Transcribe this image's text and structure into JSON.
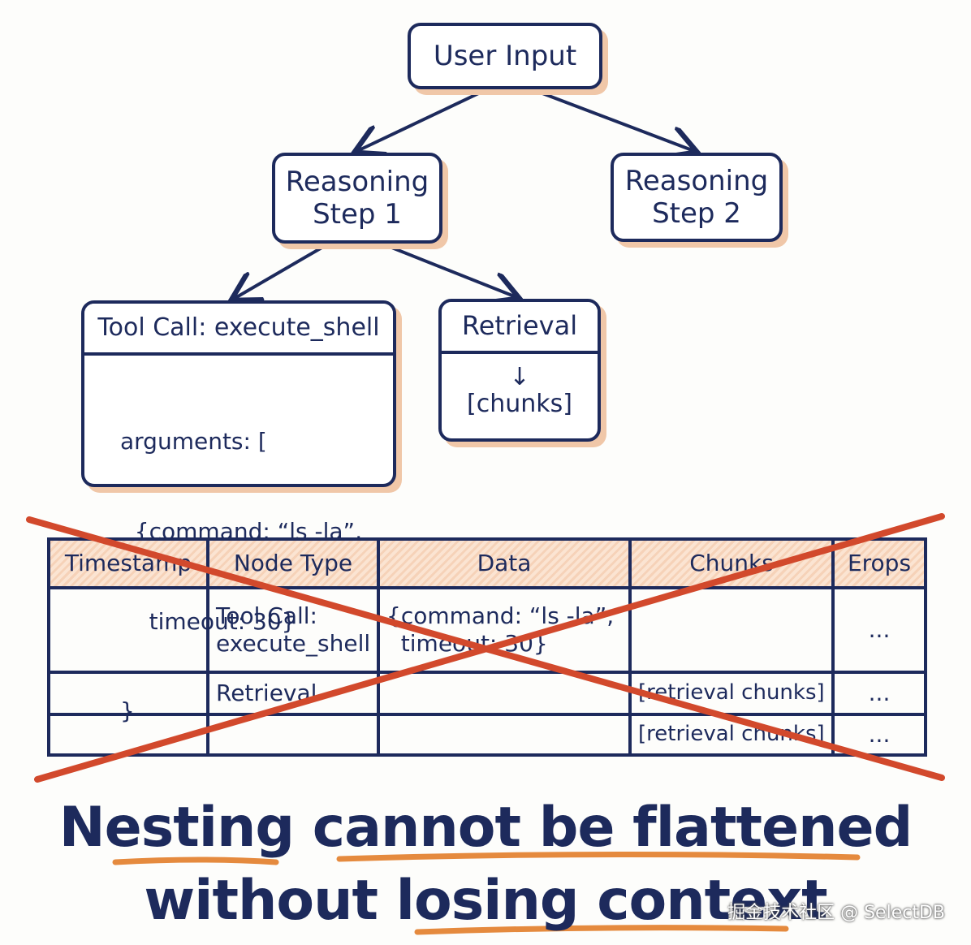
{
  "tree": {
    "root": {
      "label": "User Input"
    },
    "step1": {
      "label": "Reasoning\nStep 1"
    },
    "step2": {
      "label": "Reasoning\nStep 2"
    },
    "tool_call": {
      "title": "Tool Call: execute_shell",
      "code_lines": [
        "arguments: [",
        "  {command: “ls -la”,",
        "    timeout: 30}",
        "}"
      ]
    },
    "retrieval": {
      "title": "Retrieval",
      "arrow": "↓",
      "body": "[chunks]"
    }
  },
  "table": {
    "headers": [
      "Timestamp",
      "Node Type",
      "Data",
      "Chunks",
      "Erops"
    ],
    "rows": [
      [
        "",
        "Tool Call:\nexecute_shell",
        "{command: “ls -la”,\n  timeout: 30}",
        "",
        "..."
      ],
      [
        "",
        "Retrieval",
        "",
        "[retrieval chunks]",
        "..."
      ],
      [
        "",
        "",
        "",
        "[retrieval chunks]",
        "..."
      ]
    ]
  },
  "headline": {
    "line1": "Nesting cannot be flattened",
    "line2": "without losing context"
  },
  "watermark": "掘金技术社区 @ SelectDB",
  "colors": {
    "ink": "#1d2a5c",
    "shadow": "#f0c7a8",
    "cross": "#d2492c",
    "underline": "#e58a3e",
    "header_fill": "#fbe4d2"
  }
}
